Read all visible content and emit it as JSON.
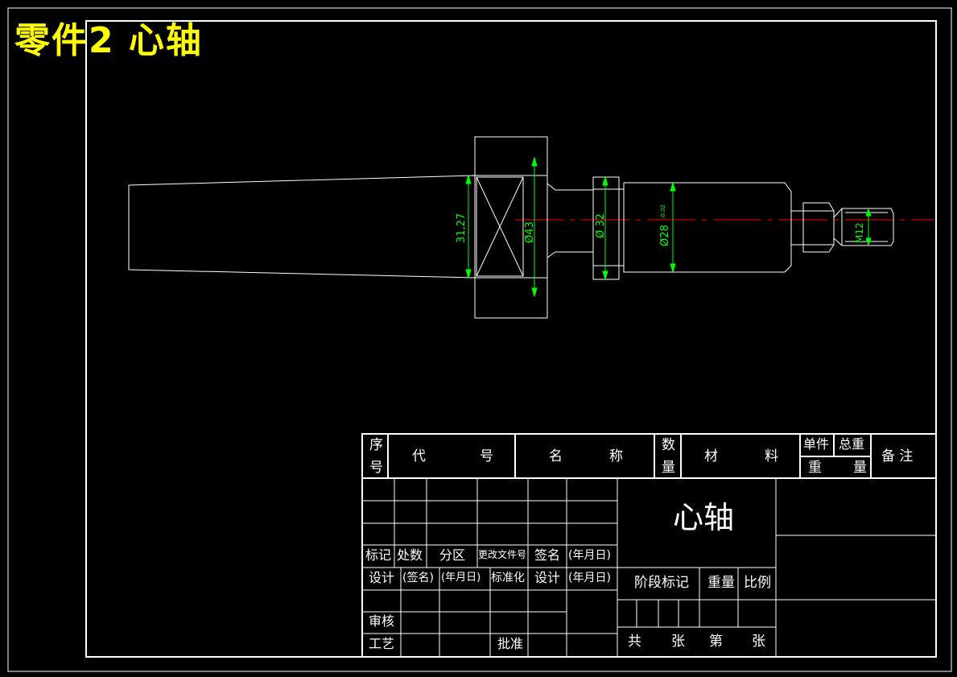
{
  "drawing_title": "零件2  心轴",
  "colors": {
    "background": "#000000",
    "outline": "#ffffff",
    "dimension": "#00ff00",
    "centerline": "#ff0000",
    "title": "#ffff00"
  },
  "dimensions": {
    "taper_dia": "31,27",
    "collar_dia": "Ø43",
    "ring_dia": "Ø 32",
    "body_dia": "Ø28",
    "body_tol": "-0.02",
    "thread": "M12"
  },
  "header_row": {
    "seq_no_1": "序",
    "seq_no_2": "号",
    "code_a": "代",
    "code_b": "号",
    "name_a": "名",
    "name_b": "称",
    "qty_1": "数",
    "qty_2": "量",
    "material_a": "材",
    "material_b": "料",
    "unit_weight": "单件",
    "total_weight": "总重",
    "weight_a": "重",
    "weight_b": "量",
    "remark": "备  注"
  },
  "revision_row": {
    "mark": "标记",
    "count": "处数",
    "zone": "分区",
    "change_doc": "更改文件号",
    "signature": "签名",
    "date": "(年月日)"
  },
  "design_row": {
    "design": "设计",
    "sign": "(签名)",
    "date1": "(年月日)",
    "standard": "标准化",
    "design2": "设计",
    "date2": "(年月日)"
  },
  "approval": {
    "review": "审核",
    "process": "工艺",
    "approve": "批准"
  },
  "part_name": "心轴",
  "stage_mark": "阶段标记",
  "weight": "重量",
  "scale": "比例",
  "sheets": {
    "total_a": "共",
    "total_b": "张",
    "nth_a": "第",
    "nth_b": "张"
  }
}
